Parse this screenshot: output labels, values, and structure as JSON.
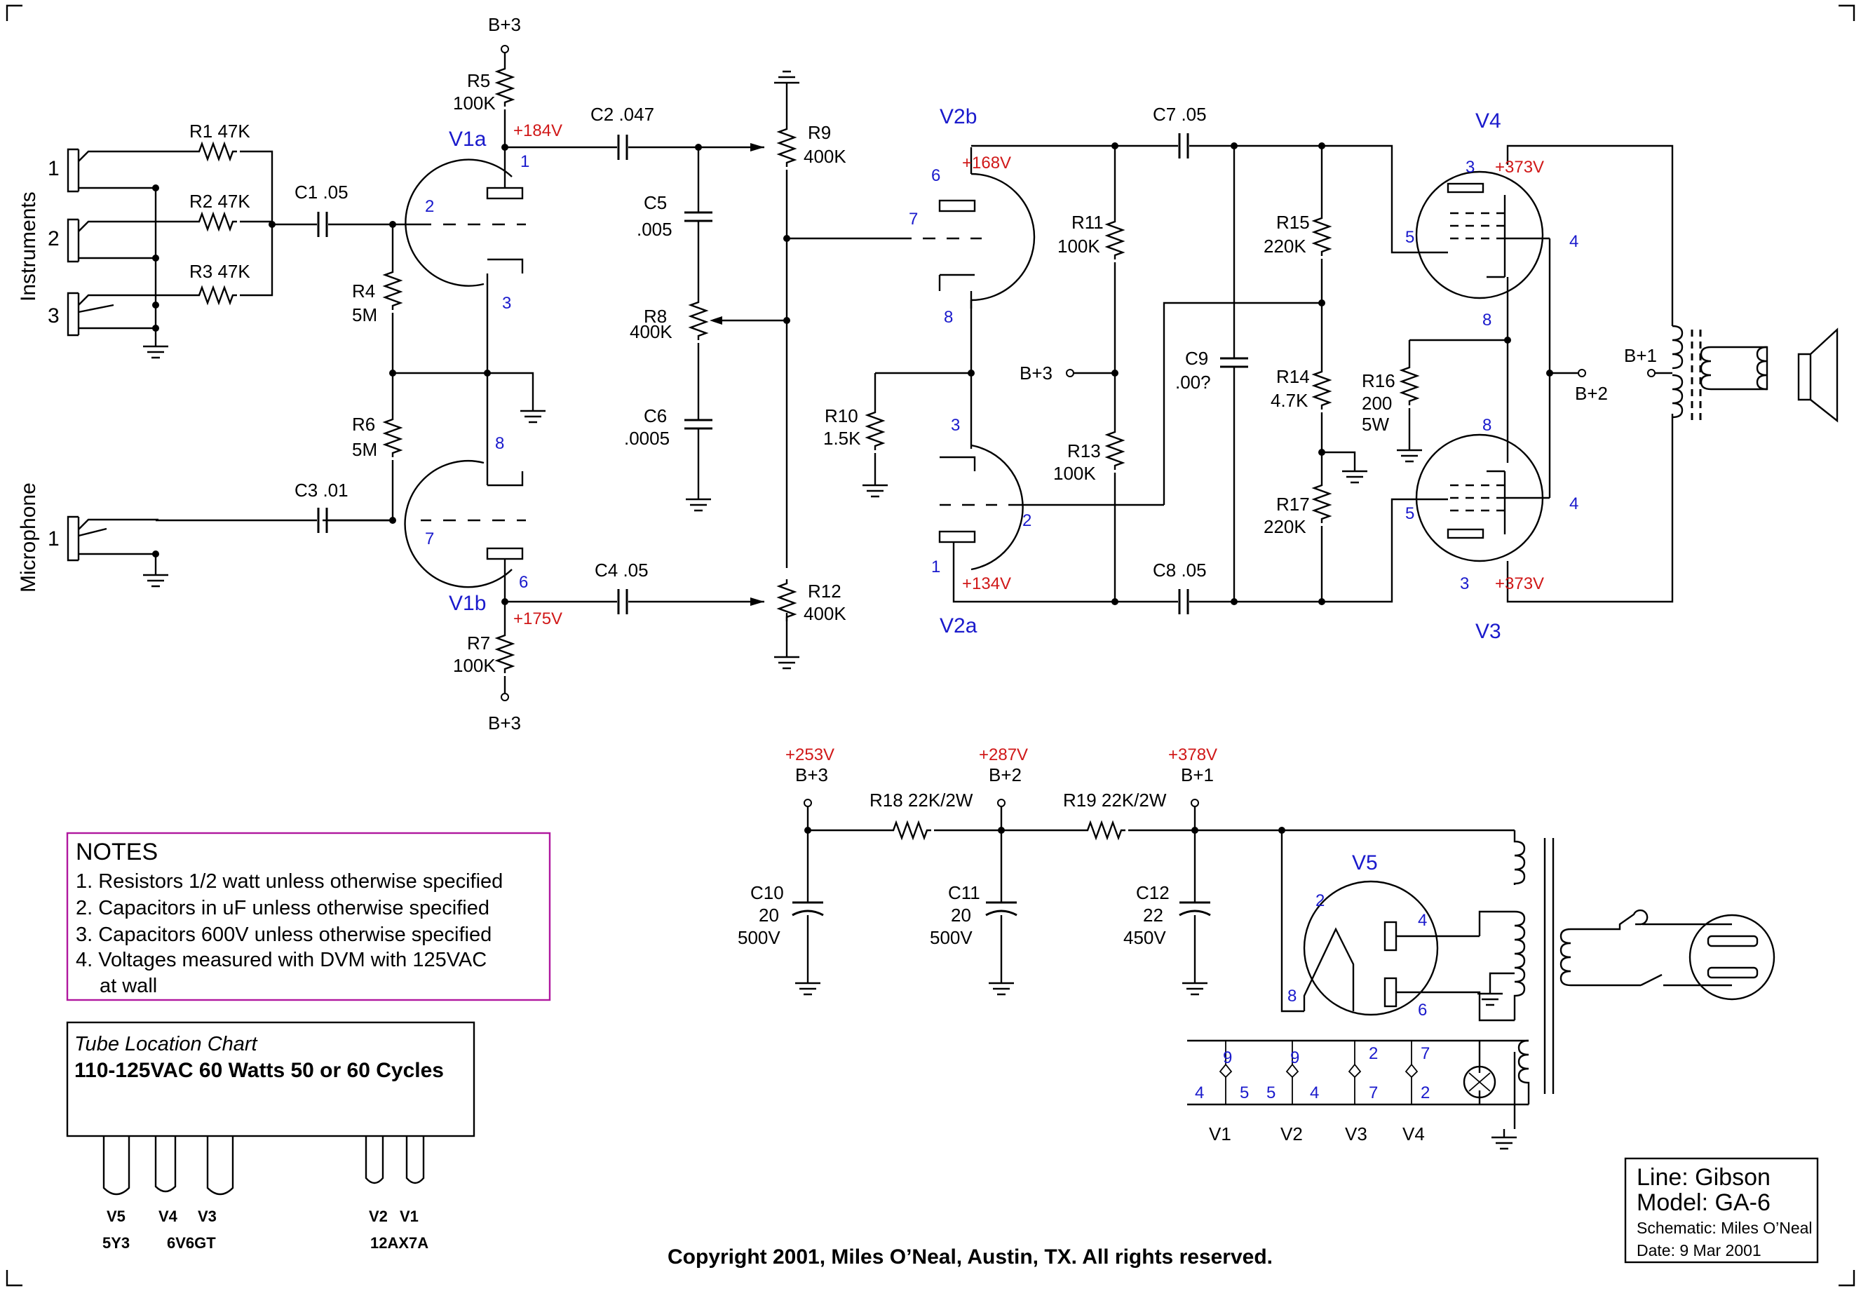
{
  "colors": {
    "pin": "#1a1acc",
    "voltage": "#d01818",
    "notes": "#b0179e",
    "copyright": "#1818d8"
  },
  "components": {
    "R1": "R1 47K",
    "R2": "R2 47K",
    "R3": "R3 47K",
    "R4": "R4",
    "R4v": "5M",
    "R5": "R5",
    "R5v": "100K",
    "R6": "R6",
    "R6v": "5M",
    "R7": "R7",
    "R7v": "100K",
    "R8": "R8",
    "R8v": "400K",
    "R9": "R9",
    "R9v": "400K",
    "R10": "R10",
    "R10v": "1.5K",
    "R11": "R11",
    "R11v": "100K",
    "R12": "R12",
    "R12v": "400K",
    "R13": "R13",
    "R13v": "100K",
    "R14": "R14",
    "R14v": "4.7K",
    "R15": "R15",
    "R15v": "220K",
    "R16": "R16",
    "R16v": "200",
    "R16w": "5W",
    "R17": "R17",
    "R17v": "220K",
    "R18": "R18 22K/2W",
    "R19": "R19 22K/2W",
    "C1": "C1 .05",
    "C2": "C2 .047",
    "C3": "C3 .01",
    "C4": "C4 .05",
    "C5": "C5",
    "C5v": ".005",
    "C6": "C6",
    "C6v": ".0005",
    "C7": "C7 .05",
    "C8": "C8 .05",
    "C9": "C9",
    "C9v": ".00?",
    "C10": "C10",
    "C10v": "20",
    "C10r": "500V",
    "C11": "C11",
    "C11v": "20",
    "C11r": "500V",
    "C12": "C12",
    "C12v": "22",
    "C12r": "450V"
  },
  "tubes": {
    "V1a": "V1a",
    "V1b": "V1b",
    "V2a": "V2a",
    "V2b": "V2b",
    "V3": "V3",
    "V4": "V4",
    "V5": "V5"
  },
  "rails": {
    "b1": "B+1",
    "b2": "B+2",
    "b3": "B+3"
  },
  "voltages": {
    "v184": "+184V",
    "v175": "+175V",
    "v168": "+168V",
    "v134": "+134V",
    "v373a": "+373V",
    "v373b": "+373V",
    "v253": "+253V",
    "v287": "+287V",
    "v378": "+378V"
  },
  "pins": {
    "p1": "1",
    "p2": "2",
    "p3": "3",
    "p4": "4",
    "p5": "5",
    "p6": "6",
    "p7": "7",
    "p8": "8",
    "p9": "9"
  },
  "inputs": {
    "instruments": "Instruments",
    "microphone": "Microphone",
    "j1": "1",
    "j2": "2",
    "j3": "3",
    "m1": "1"
  },
  "heater": {
    "v1": "V1",
    "v2": "V2",
    "v3": "V3",
    "v4": "V4"
  },
  "notes": {
    "title": "NOTES",
    "lines": [
      "1. Resistors 1/2 watt unless otherwise specified",
      "2. Capacitors in uF unless otherwise specified",
      "3. Capacitors 600V unless otherwise specified",
      "4. Voltages measured with DVM with 125VAC",
      "at wall"
    ]
  },
  "tube_chart": {
    "title": "Tube Location Chart",
    "subtitle": "110-125VAC 60 Watts 50 or 60 Cycles",
    "v5": "V5",
    "v4": "V4",
    "v3": "V3",
    "v2": "V2",
    "v1": "V1",
    "t5y3": "5Y3",
    "t6v6": "6V6GT",
    "t12ax7": "12AX7A"
  },
  "title_block": {
    "line": "Line: Gibson",
    "model": "Model: GA-6",
    "schematic": "Schematic: Miles O’Neal",
    "date": "Date: 9 Mar 2001"
  },
  "copyright": "Copyright 2001, Miles O’Neal, Austin, TX.  All rights reserved."
}
